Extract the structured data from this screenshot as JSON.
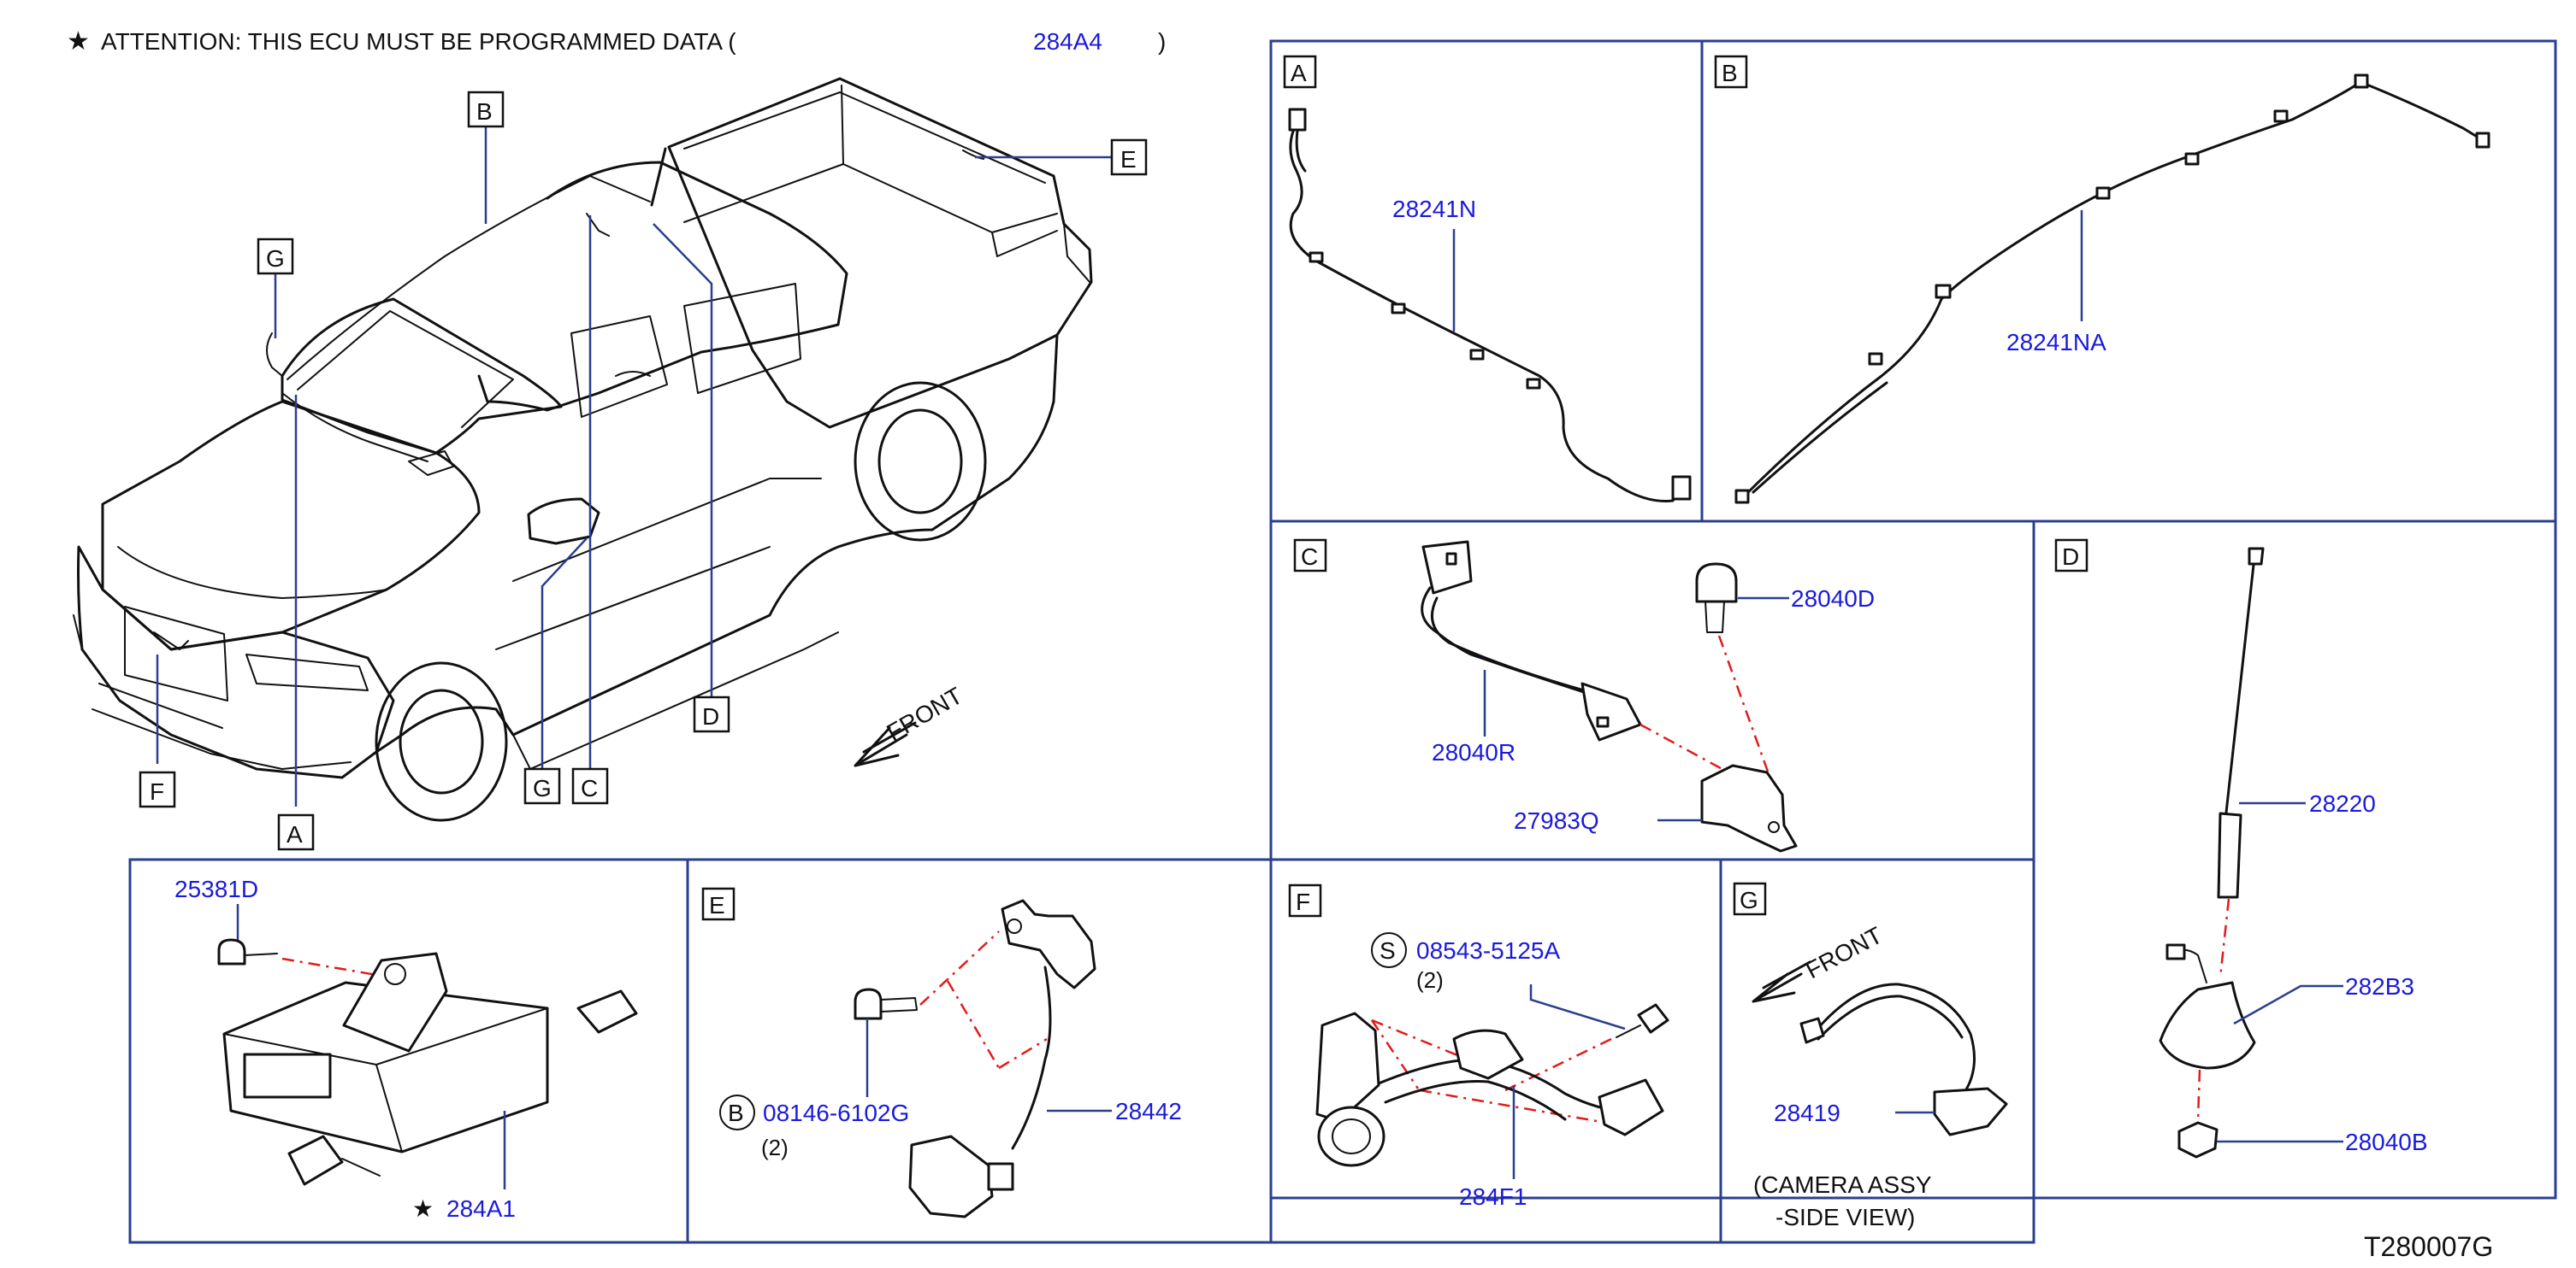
{
  "attention": {
    "star": "★",
    "text": "ATTENTION:  THIS  ECU  MUST  BE  PROGRAMMED  DATA  (",
    "code": "284A4",
    "close": ")"
  },
  "vehicle_callouts": {
    "a": "A",
    "b": "B",
    "c": "C",
    "d": "D",
    "e": "E",
    "f": "F",
    "g1": "G",
    "g2": "G"
  },
  "front_marker": {
    "text": "FRONT"
  },
  "panel_a": {
    "letter": "A",
    "part": "28241N"
  },
  "panel_b": {
    "letter": "B",
    "part": "28241NA"
  },
  "panel_c": {
    "letter": "C",
    "part_antenna_lead": "28040R",
    "part_bolt": "28040D",
    "part_bracket": "27983Q"
  },
  "panel_d": {
    "letter": "D",
    "part_rod": "28220",
    "part_base": "282B3",
    "part_nut": "28040B"
  },
  "panel_ecu": {
    "part_screw": "25381D",
    "star": "★",
    "part_ecu": "284A1"
  },
  "panel_e": {
    "letter": "E",
    "bolt_symbol": "B",
    "bolt_part": "08146-6102G",
    "bolt_qty": "(2)",
    "part_camera": "28442"
  },
  "panel_f": {
    "letter": "F",
    "screw_symbol": "S",
    "screw_part": "08543-5125A",
    "screw_qty": "(2)",
    "part_camera": "284F1"
  },
  "panel_g": {
    "letter": "G",
    "front": "FRONT",
    "part_camera": "28419",
    "caption_line1": "(CAMERA   ASSY",
    "caption_line2": "-SIDE   VIEW)"
  },
  "figure_id": "T280007G"
}
